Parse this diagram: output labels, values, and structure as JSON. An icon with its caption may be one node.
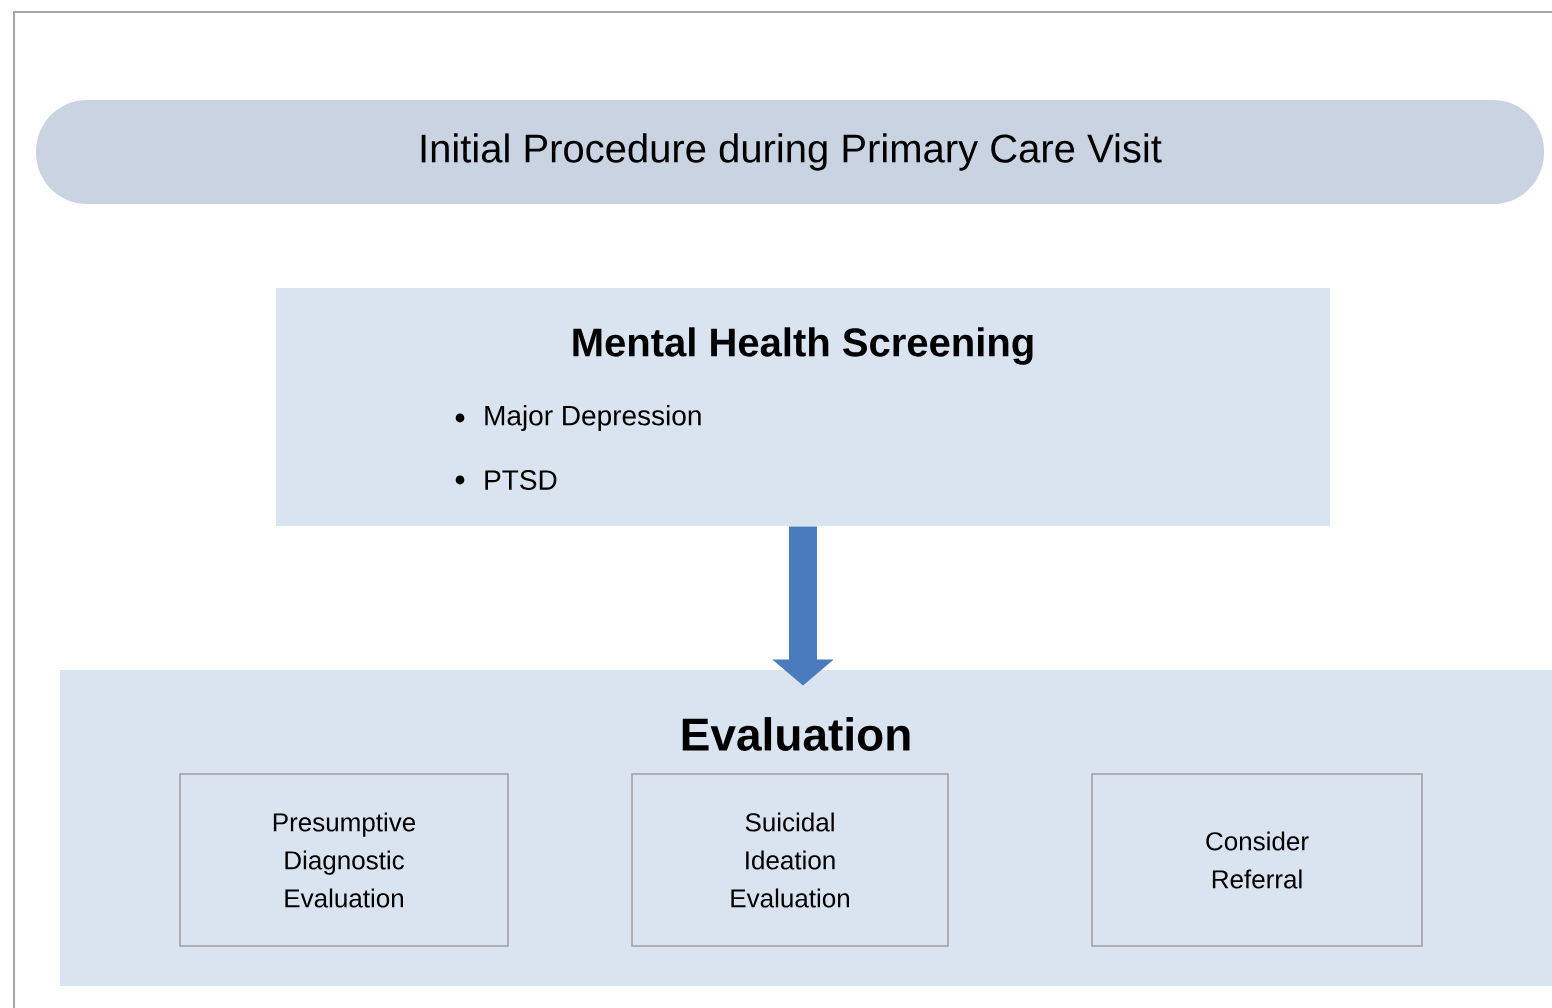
{
  "diagram": {
    "nodes": [
      {
        "text": [
          "Initial Procedure during Primary Care Visit"
        ]
      },
      {
        "text": [
          "Mental Health Screening",
          "Major Depression",
          "PTSD"
        ]
      },
      {
        "text": [
          "Evaluation"
        ]
      },
      {
        "text": [
          "Presumptive Diagnostic Evaluation"
        ],
        "in": 2
      },
      {
        "text": [
          "Suicidal Ideation Evaluation"
        ],
        "in": 2
      },
      {
        "text": [
          "Consider Referral"
        ],
        "in": 2
      }
    ],
    "edges": [
      {
        "from": 1,
        "to": 2,
        "arrow": "to"
      }
    ]
  }
}
